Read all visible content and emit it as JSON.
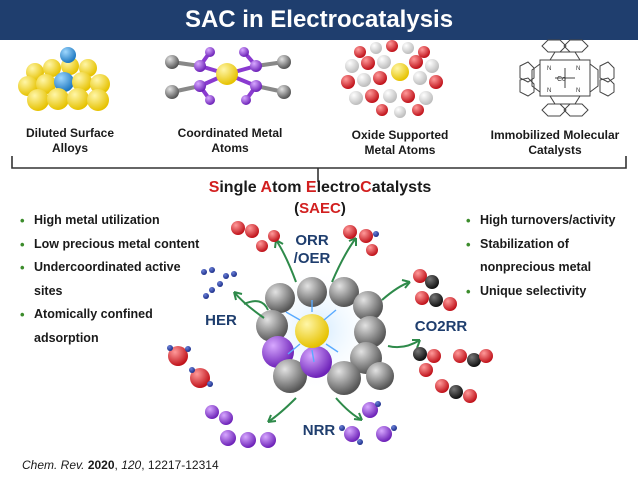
{
  "header": {
    "title": "SAC in Electrocatalysis"
  },
  "categories": [
    {
      "label": "Diluted Surface\nAlloys"
    },
    {
      "label": "Coordinated Metal\nAtoms"
    },
    {
      "label": "Oxide Supported\nMetal Atoms"
    },
    {
      "label": "Immobilized Molecular\nCatalysts"
    }
  ],
  "saec": {
    "title_parts": [
      {
        "text": "S",
        "hl": true
      },
      {
        "text": "ingle ",
        "hl": false
      },
      {
        "text": "A",
        "hl": true
      },
      {
        "text": "tom ",
        "hl": false
      },
      {
        "text": "E",
        "hl": true
      },
      {
        "text": "lectro",
        "hl": false
      },
      {
        "text": "C",
        "hl": true
      },
      {
        "text": "atalysts",
        "hl": false
      }
    ],
    "abbr_open": "(",
    "abbr": "SAEC",
    "abbr_close": ")"
  },
  "left_bullets": [
    {
      "text": "High metal utilization",
      "cont": false
    },
    {
      "text": "Low precious metal content",
      "cont": false
    },
    {
      "text": "Undercoordinated active",
      "cont": false
    },
    {
      "text": "sites",
      "cont": true
    },
    {
      "text": "Atomically confined",
      "cont": false
    },
    {
      "text": "adsorption",
      "cont": true
    }
  ],
  "right_bullets": [
    {
      "text": "High turnovers/activity",
      "cont": false
    },
    {
      "text": "Stabilization of",
      "cont": false
    },
    {
      "text": "nonprecious metal",
      "cont": true
    },
    {
      "text": "Unique selectivity",
      "cont": false
    }
  ],
  "reactions": {
    "orr": "ORR\n/OER",
    "her": "HER",
    "co2rr": "CO2RR",
    "nrr": "NRR"
  },
  "molecule_labels": {
    "metal": "Co",
    "nitrogen": "N"
  },
  "citation": {
    "journal": "Chem. Rev.",
    "year": "2020",
    "volume": "120",
    "pages": "12217-12314"
  },
  "colors": {
    "title_bar": "#1f3e6e",
    "gold": "#f2d21b",
    "blue_atom": "#2a8fd8",
    "purple": "#8a3ad0",
    "gray": "#7a7a7a",
    "red": "#d8232a",
    "green_arrow": "#2e8a4a",
    "accent_text": "#d21f1f"
  }
}
